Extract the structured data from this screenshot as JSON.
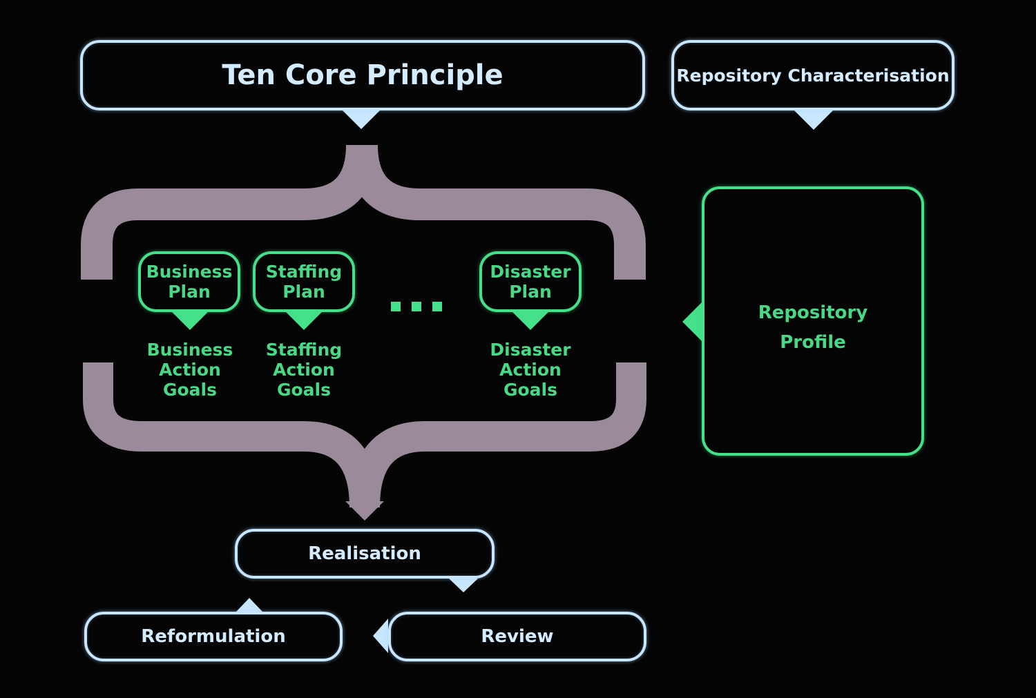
{
  "diagram": {
    "title": "Ten Core Principle",
    "repository_characterisation": "Repository Characterisation",
    "repository_profile": "Repository\nProfile",
    "plans": [
      {
        "name": "Business\nPlan",
        "goals": "Business\nAction\nGoals"
      },
      {
        "name": "Staffing\nPlan",
        "goals": "Staffing\nAction\nGoals"
      },
      {
        "name": "Disaster\nPlan",
        "goals": "Disaster\nAction\nGoals"
      }
    ],
    "realisation": "Realisation",
    "reformulation": "Reformulation",
    "review": "Review"
  },
  "colors": {
    "background": "#050505",
    "blue_outline": "#c9e6ff",
    "green_outline": "#45e08a",
    "brace": "#9a8a9a"
  }
}
